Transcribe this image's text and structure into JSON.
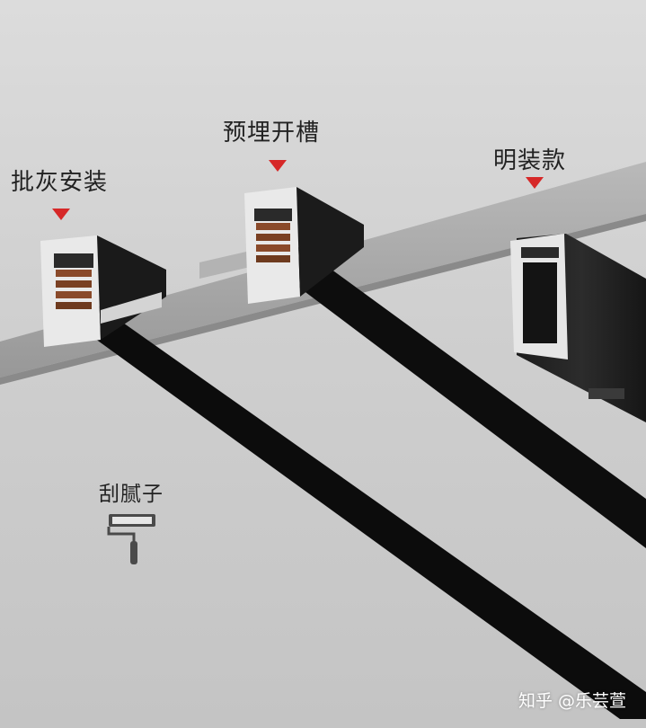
{
  "labels": {
    "plaster_install": "批灰安装",
    "recessed_slot": "预埋开槽",
    "surface_mount": "明装款",
    "putty": "刮腻子"
  },
  "watermark": "知乎 @乐芸萱",
  "colors": {
    "marker": "#d62828",
    "track": "#111111",
    "ceiling": "#a9a9a9",
    "aluminum": "#e8e8e8",
    "copper": "#8a4a2a"
  },
  "icons": {
    "marker": "red-down-triangle",
    "putty": "paint-roller-icon"
  }
}
